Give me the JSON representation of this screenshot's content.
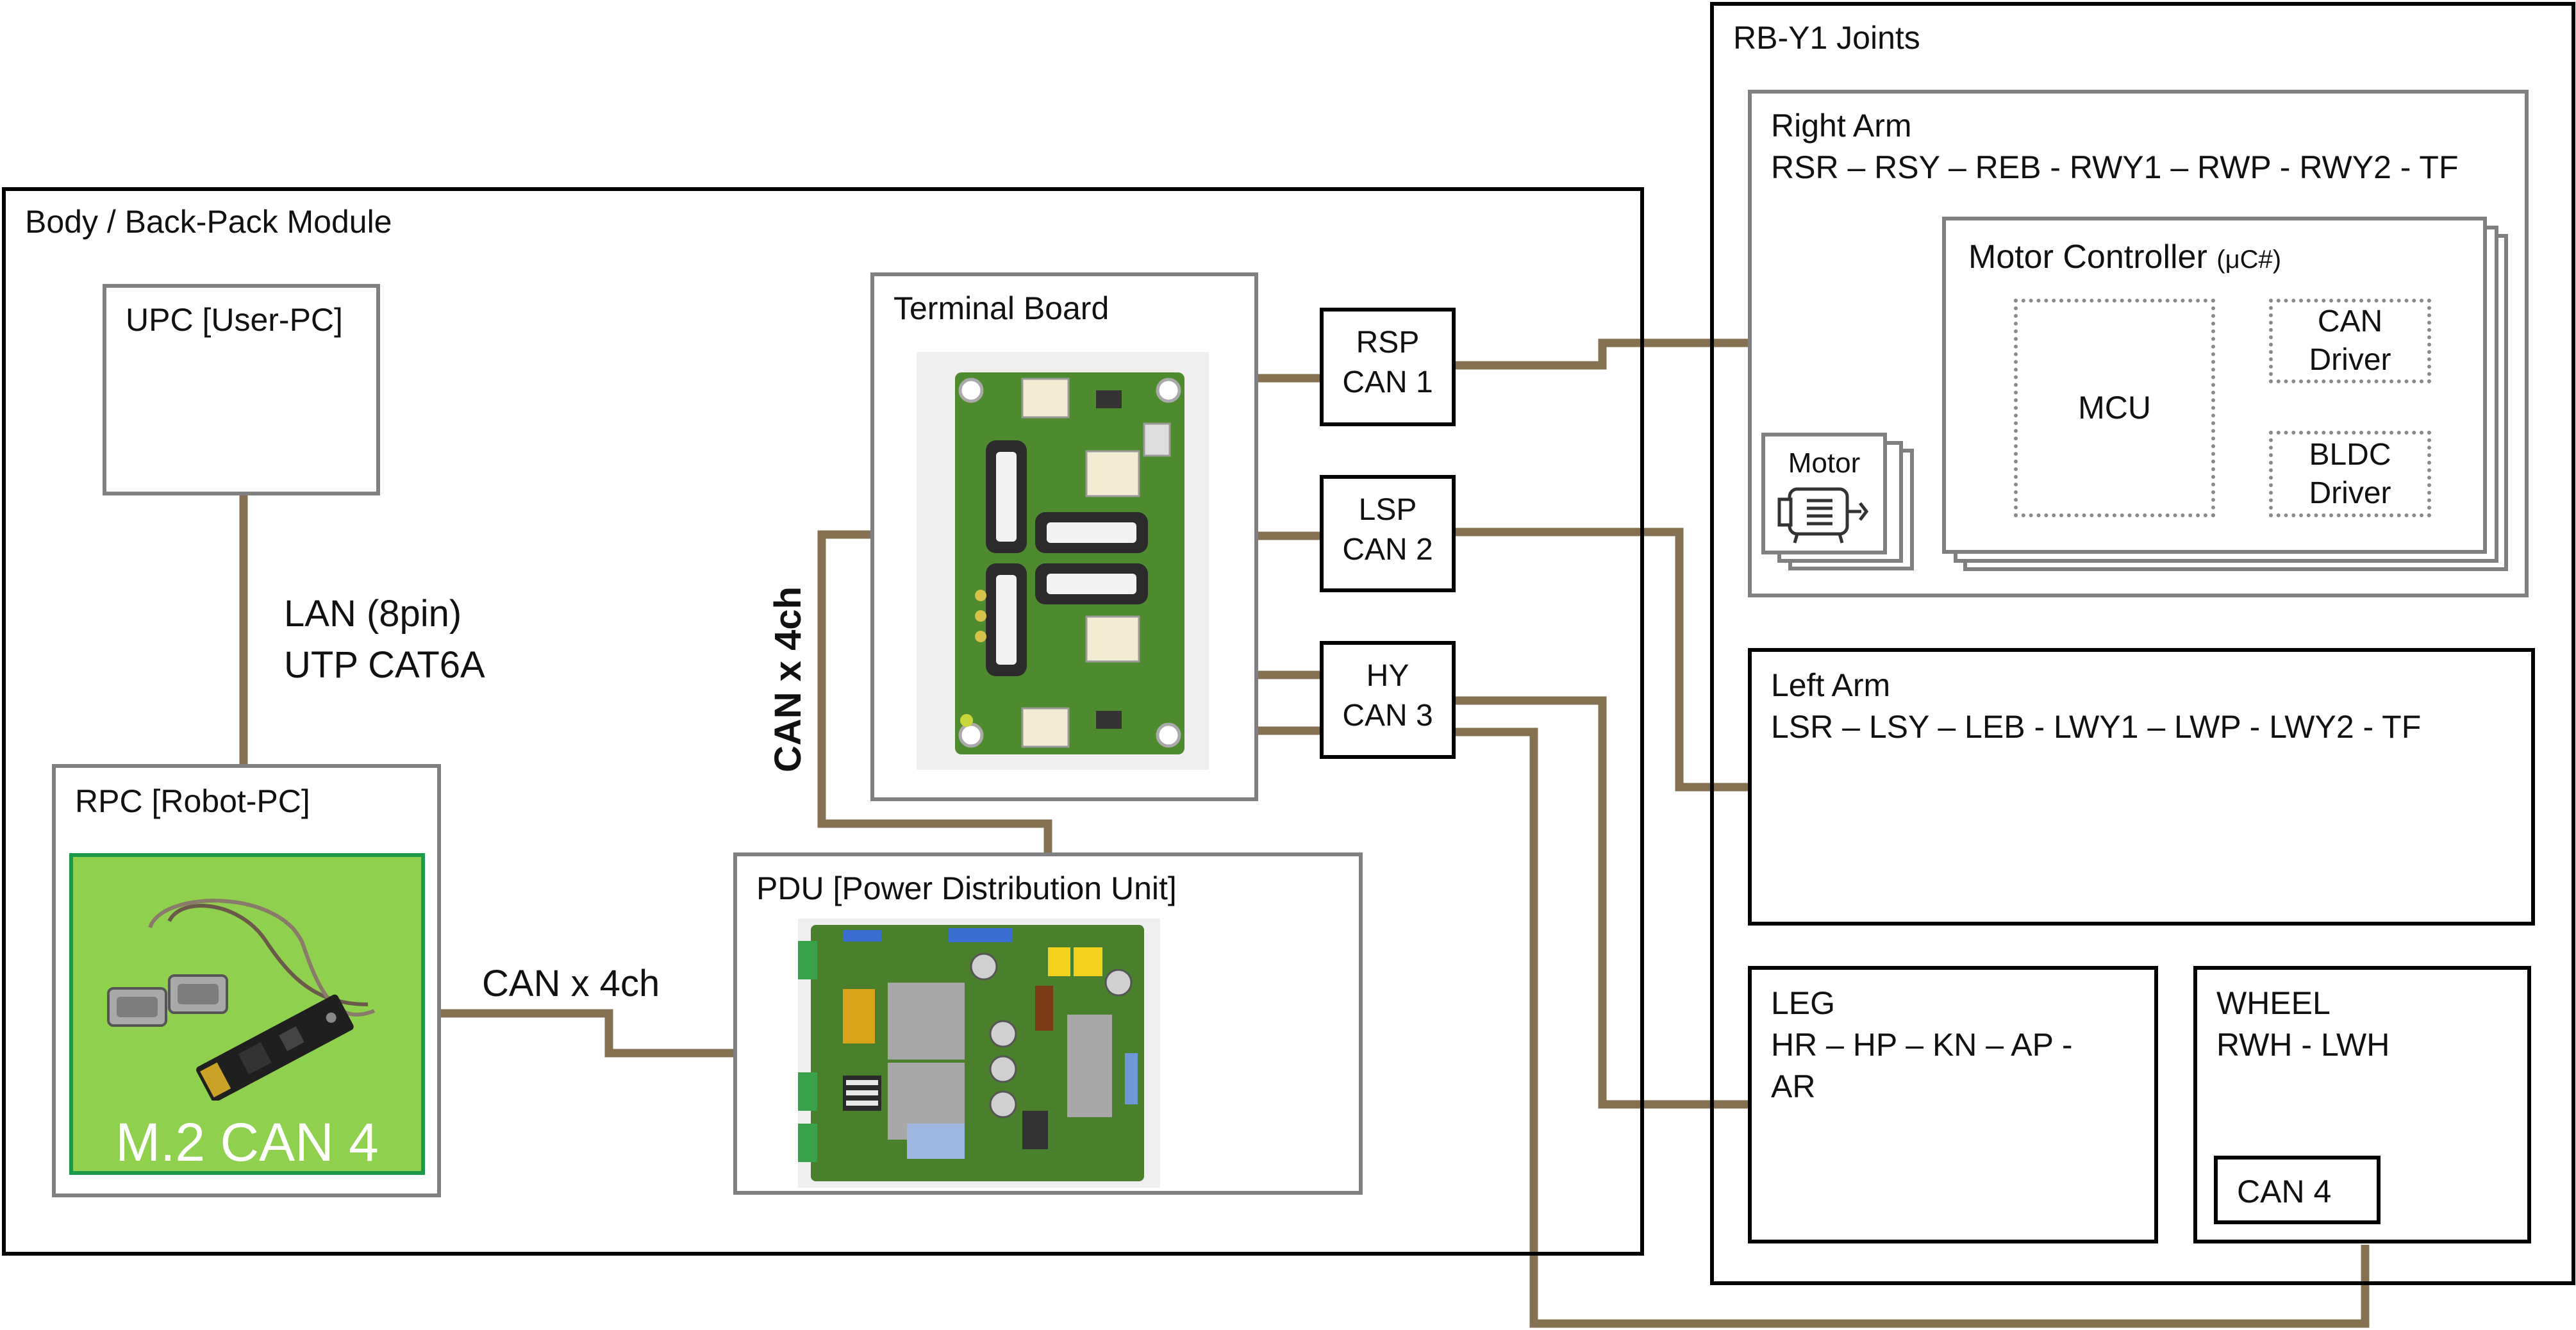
{
  "body_module": {
    "title": "Body / Back-Pack Module"
  },
  "upc": {
    "title": "UPC [User-PC]"
  },
  "lan": {
    "line1": "LAN (8pin)",
    "line2": "UTP CAT6A"
  },
  "rpc": {
    "title": "RPC [Robot-PC]",
    "card_label": "M.2 CAN 4"
  },
  "can_x4_horizontal": "CAN x 4ch",
  "can_x4_vertical": "CAN x 4ch",
  "terminal_board": {
    "title": "Terminal Board"
  },
  "pdu": {
    "title": "PDU [Power Distribution Unit]"
  },
  "can_ports": {
    "rsp": {
      "line1": "RSP",
      "line2": "CAN 1"
    },
    "lsp": {
      "line1": "LSP",
      "line2": "CAN 2"
    },
    "hy": {
      "line1": "HY",
      "line2": "CAN 3"
    }
  },
  "joints": {
    "title": "RB-Y1 Joints",
    "right_arm": {
      "title": "Right Arm",
      "joints": "RSR – RSY – REB - RWY1 – RWP - RWY2 - TF"
    },
    "motor_controller": {
      "title": "Motor Controller",
      "suffix": "(μC#)",
      "mcu": "MCU",
      "can_driver": {
        "line1": "CAN",
        "line2": "Driver"
      },
      "bldc_driver": {
        "line1": "BLDC",
        "line2": "Driver"
      }
    },
    "motor": {
      "label": "Motor"
    },
    "left_arm": {
      "title": "Left Arm",
      "joints": "LSR – LSY – LEB - LWY1 – LWP - LWY2 - TF"
    },
    "leg": {
      "title": "LEG",
      "joints_line1": "HR – HP – KN – AP -",
      "joints_line2": "AR"
    },
    "wheel": {
      "title": "WHEEL",
      "joints": "RWH - LWH",
      "can": "CAN 4"
    }
  },
  "colors": {
    "wire": "#857052",
    "card_green": "#8fd14f",
    "card_border": "#1b9a4b",
    "pcb_green": "#4e8a2e",
    "box_border": "#808080"
  }
}
